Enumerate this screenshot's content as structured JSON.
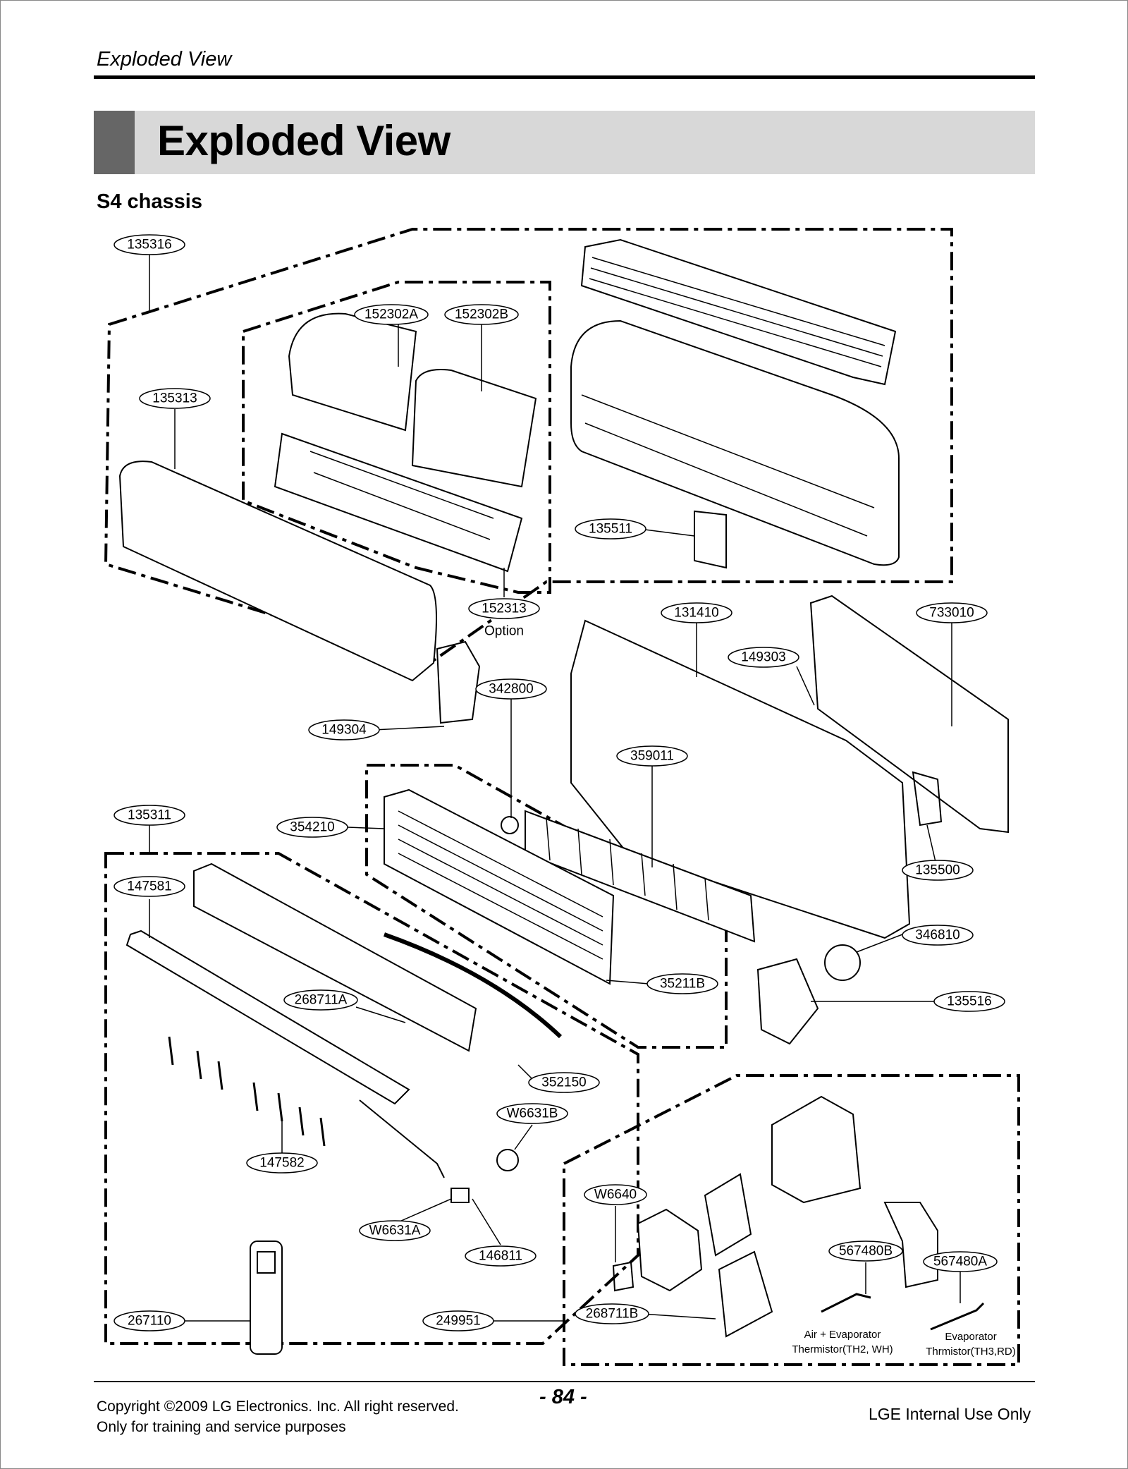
{
  "header": {
    "label": "Exploded View"
  },
  "title": "Exploded View",
  "section": "S4 chassis",
  "callouts": [
    {
      "id": "135316",
      "text": "135316"
    },
    {
      "id": "152302A",
      "text": "152302A"
    },
    {
      "id": "152302B",
      "text": "152302B"
    },
    {
      "id": "135313",
      "text": "135313"
    },
    {
      "id": "135511",
      "text": "135511"
    },
    {
      "id": "152313",
      "text": "152313"
    },
    {
      "id": "131410",
      "text": "131410"
    },
    {
      "id": "733010",
      "text": "733010"
    },
    {
      "id": "149303",
      "text": "149303"
    },
    {
      "id": "342800",
      "text": "342800"
    },
    {
      "id": "149304",
      "text": "149304"
    },
    {
      "id": "359011",
      "text": "359011"
    },
    {
      "id": "135311",
      "text": "135311"
    },
    {
      "id": "354210",
      "text": "354210"
    },
    {
      "id": "135500",
      "text": "135500"
    },
    {
      "id": "147581",
      "text": "147581"
    },
    {
      "id": "346810",
      "text": "346810"
    },
    {
      "id": "35211B",
      "text": "35211B"
    },
    {
      "id": "268711A",
      "text": "268711A"
    },
    {
      "id": "135516",
      "text": "135516"
    },
    {
      "id": "352150",
      "text": "352150"
    },
    {
      "id": "W6631B",
      "text": "W6631B"
    },
    {
      "id": "147582",
      "text": "147582"
    },
    {
      "id": "W6640",
      "text": "W6640"
    },
    {
      "id": "W6631A",
      "text": "W6631A"
    },
    {
      "id": "146811",
      "text": "146811"
    },
    {
      "id": "567480B",
      "text": "567480B"
    },
    {
      "id": "567480A",
      "text": "567480A"
    },
    {
      "id": "267110",
      "text": "267110"
    },
    {
      "id": "249951",
      "text": "249951"
    },
    {
      "id": "268711B",
      "text": "268711B"
    }
  ],
  "notes": {
    "option": "Option",
    "air_evap_line1": "Air + Evaporator",
    "air_evap_line2": "Thermistor(TH2, WH)",
    "evap_line1": "Evaporator",
    "evap_line2": "Thrmistor(TH3,RD)"
  },
  "footer": {
    "copyright": "Copyright ©2009 LG Electronics. Inc. All right reserved.",
    "training": "Only for training and service purposes",
    "page": "- 84 -",
    "internal": "LGE Internal Use Only"
  }
}
